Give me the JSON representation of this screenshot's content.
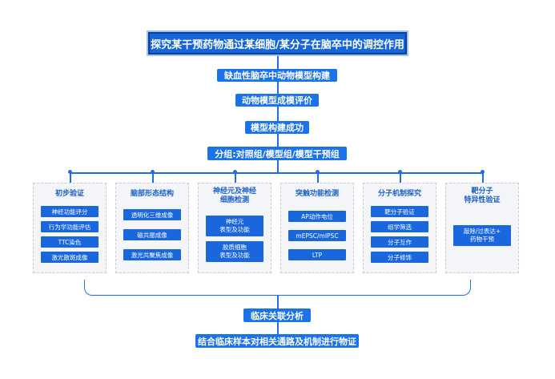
{
  "title": "探究某干预药物通过某细胞/某分子在脑卒中的调控作用",
  "steps": {
    "s1": "缺血性脑卒中动物模型构建",
    "s2": "动物模型成模评价",
    "s3": "模型构建成功",
    "s4": "分组:对照组/模型组/模型干预组"
  },
  "columns": [
    {
      "title": "初步验证",
      "items": [
        "神经功能评分",
        "行为学功能评估",
        "TTC染色",
        "激光散斑成像"
      ]
    },
    {
      "title": "脑部形态结构",
      "items": [
        "透明化三维成像",
        "磁共振成像",
        "激光共聚焦成像"
      ]
    },
    {
      "title": "神经元及神经\n细胞检测",
      "items": [
        "神经元\n表型及功能",
        "胶质细胞\n表型及功能"
      ]
    },
    {
      "title": "突触功能检测",
      "items": [
        "AP动作电位",
        "mEPSC/mIPSC",
        "LTP"
      ]
    },
    {
      "title": "分子机制探究",
      "items": [
        "靶分子验证",
        "组学筛选",
        "分子互作",
        "分子修饰"
      ]
    },
    {
      "title": "靶分子\n特异性验证",
      "items": [
        "敲除/过表达+\n药物干预"
      ]
    }
  ],
  "bottom": {
    "b1": "临床关联分析",
    "b2": "结合临床样本对相关通路及机制进行物证"
  },
  "colors": {
    "primary": "#1a73e8",
    "dark": "#0d3f93",
    "panel": "#f4f5f8"
  }
}
